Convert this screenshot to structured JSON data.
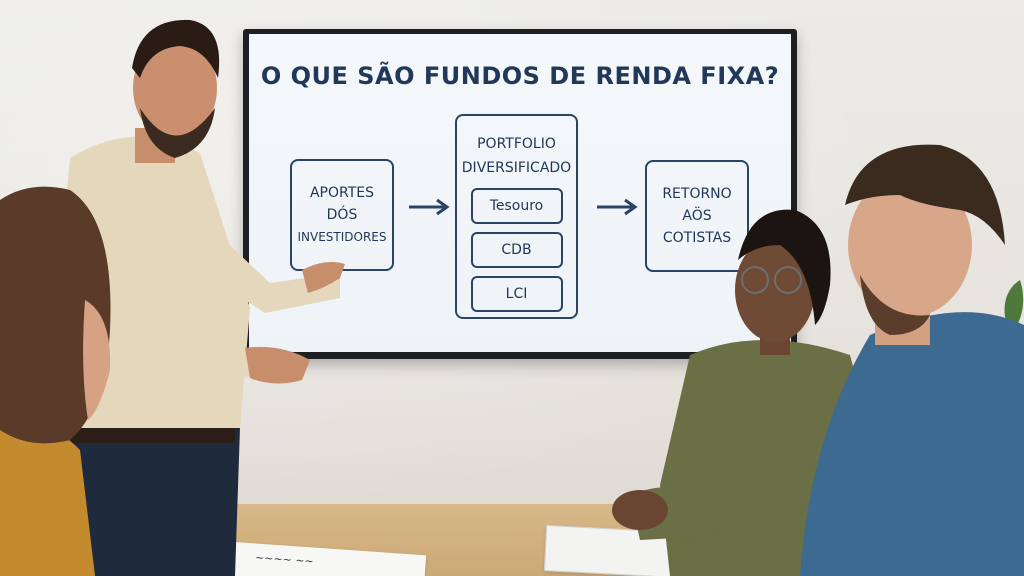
{
  "tv": {
    "title": "O QUE SÃO FUNDOS DE RENDA FIXA?",
    "left_box": [
      "APORTES",
      "DÓS",
      "INVESTIDORES"
    ],
    "middle_box": {
      "heading": [
        "PORTFOLIO",
        "DIVERSIFICADO"
      ],
      "items": [
        "Tesouro",
        "CDB",
        "LCI"
      ]
    },
    "right_box": [
      "RETORNO",
      "AÖS",
      "COTISTAS"
    ]
  },
  "colors": {
    "slide_text": "#1f3658",
    "slide_bg": "#f2f6f9",
    "tv_frame": "#1d1f22",
    "table_wood": "#d2b07e"
  },
  "icons": [
    "arrow-right-icon",
    "arrow-right-icon"
  ]
}
